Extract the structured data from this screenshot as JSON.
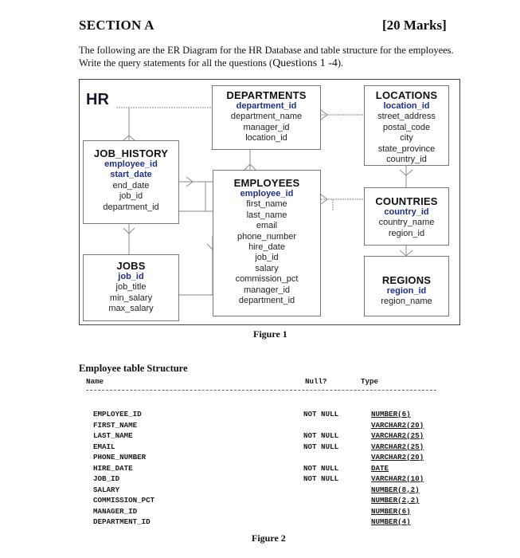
{
  "header": {
    "section": "SECTION A",
    "marks": "[20 Marks]"
  },
  "intro": {
    "line1": "The following are the ER Diagram for the HR Database and table structure for the employees.",
    "line2a": "Write the query statements for all the questions (",
    "line2b": "Questions 1 -4",
    "line2c": ")."
  },
  "diagram": {
    "label": "HR",
    "departments": {
      "name": "DEPARTMENTS",
      "pk": "department_id",
      "attrs": [
        "department_name",
        "manager_id",
        "location_id"
      ]
    },
    "locations": {
      "name": "LOCATIONS",
      "pk": "location_id",
      "attrs": [
        "street_address",
        "postal_code",
        "city",
        "state_province",
        "country_id"
      ]
    },
    "job_history": {
      "name": "JOB_HISTORY",
      "pk": [
        "employee_id",
        "start_date"
      ],
      "attrs": [
        "end_date",
        "job_id",
        "department_id"
      ]
    },
    "employees": {
      "name": "EMPLOYEES",
      "pk": "employee_id",
      "attrs": [
        "first_name",
        "last_name",
        "email",
        "phone_number",
        "hire_date",
        "job_id",
        "salary",
        "commission_pct",
        "manager_id",
        "department_id"
      ]
    },
    "countries": {
      "name": "COUNTRIES",
      "pk": "country_id",
      "attrs": [
        "country_name",
        "region_id"
      ]
    },
    "jobs": {
      "name": "JOBS",
      "pk": "job_id",
      "attrs": [
        "job_title",
        "min_salary",
        "max_salary"
      ]
    },
    "regions": {
      "name": "REGIONS",
      "pk": "region_id",
      "attrs": [
        "region_name"
      ]
    }
  },
  "figure1": "Figure 1",
  "table": {
    "title": "Employee table Structure",
    "headers": {
      "name": "Name",
      "null": "Null?",
      "type": "Type"
    },
    "rows": [
      {
        "name": "EMPLOYEE_ID",
        "null": "NOT NULL",
        "type": "NUMBER(6)"
      },
      {
        "name": "FIRST_NAME",
        "null": "",
        "type": "VARCHAR2(20)"
      },
      {
        "name": "LAST_NAME",
        "null": "NOT NULL",
        "type": "VARCHAR2(25)"
      },
      {
        "name": "EMAIL",
        "null": "NOT NULL",
        "type": "VARCHAR2(25)"
      },
      {
        "name": "PHONE_NUMBER",
        "null": "",
        "type": "VARCHAR2(20)"
      },
      {
        "name": "HIRE_DATE",
        "null": "NOT NULL",
        "type": "DATE"
      },
      {
        "name": "JOB_ID",
        "null": "NOT NULL",
        "type": "VARCHAR2(10)"
      },
      {
        "name": "SALARY",
        "null": "",
        "type": "NUMBER(8,2)"
      },
      {
        "name": "COMMISSION_PCT",
        "null": "",
        "type": "NUMBER(2,2)"
      },
      {
        "name": "MANAGER_ID",
        "null": "",
        "type": "NUMBER(6)"
      },
      {
        "name": "DEPARTMENT_ID",
        "null": "",
        "type": "NUMBER(4)"
      }
    ]
  },
  "figure2": "Figure 2"
}
